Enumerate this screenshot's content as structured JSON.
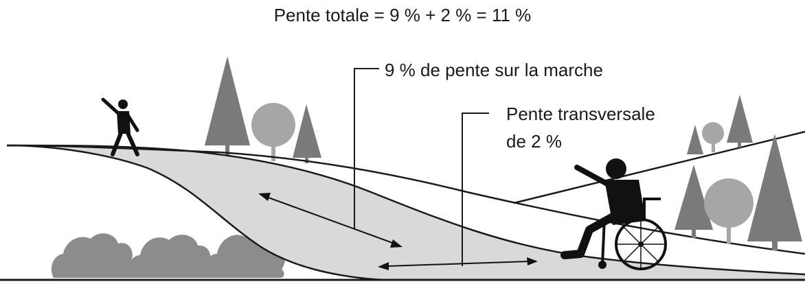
{
  "title": "Pente totale = 9 % + 2 % = 11 %",
  "labels": {
    "running_slope": "9 % de pente sur la marche",
    "cross_slope_line1": "Pente transversale",
    "cross_slope_line2": "de 2 %"
  },
  "colors": {
    "path_fill": "#d9d9d9",
    "tree_dark": "#7a7a7a",
    "tree_light": "#a6a6a6",
    "bush": "#8c8c8c",
    "line": "#1a1a1a",
    "figure": "#111111"
  }
}
